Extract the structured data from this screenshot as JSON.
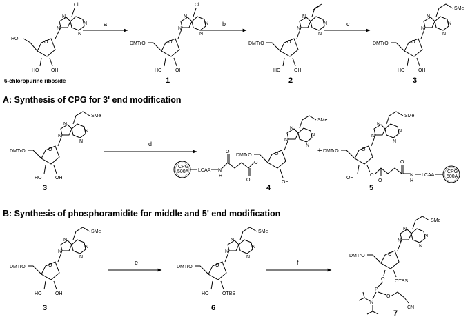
{
  "sections": {
    "a": "A: Synthesis of CPG for 3' end modification",
    "b": "B: Synthesis of phosphoramidite for middle and 5' end modification"
  },
  "steps": [
    "a",
    "b",
    "c",
    "d",
    "e",
    "f"
  ],
  "compounds": {
    "start": "6-chloropurine riboside",
    "c1": "1",
    "c2": "2",
    "c3": "3",
    "c3a": "3",
    "c4": "4",
    "c5": "5",
    "c3b": "3",
    "c6": "6",
    "c7": "7"
  },
  "atoms": {
    "N": "N",
    "O": "O",
    "HO": "HO",
    "OH": "OH",
    "Cl": "Cl",
    "DMTrO": "DMTrO",
    "SMe": "SMe",
    "OTBS": "OTBS",
    "P": "P",
    "CN": "CN",
    "H": "H",
    "LCAA": "LCAA",
    "CPG": "CPG",
    "CPG_size": "500A",
    "plus": "+"
  }
}
